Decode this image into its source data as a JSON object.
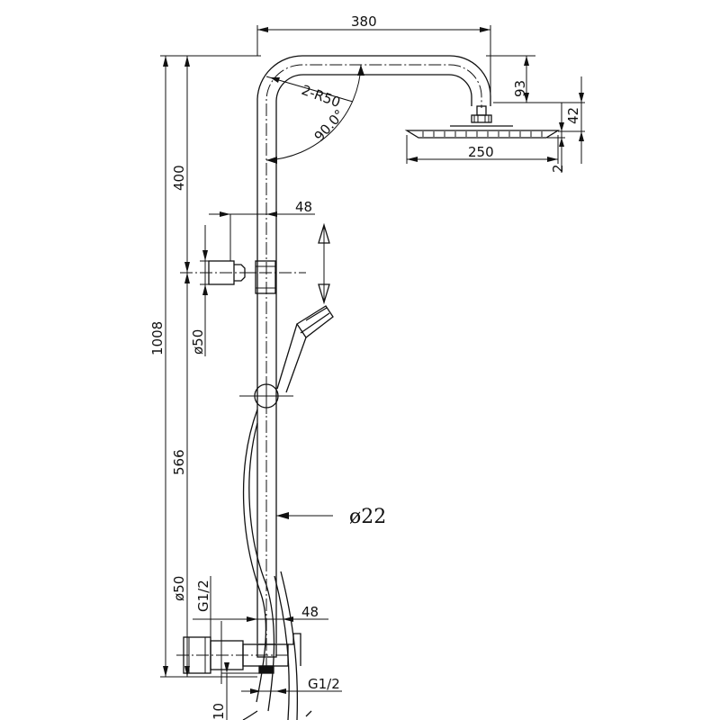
{
  "dimensions": {
    "top_width": "380",
    "bend_radius": "2-R50",
    "bend_angle": "90.0°",
    "arm_drop": "93",
    "head_height": "42",
    "head_width": "250",
    "head_thickness": "2",
    "upper_height": "400",
    "total_height": "1008",
    "holder_offset": "48",
    "holder_diameter": "ø50",
    "lower_height": "566",
    "pipe_diameter": "ø22",
    "mixer_diameter": "ø50",
    "inlet_thread": "G1/2",
    "mixer_offset": "48",
    "outlet_thread": "G1/2",
    "bottom_gap": "10"
  }
}
